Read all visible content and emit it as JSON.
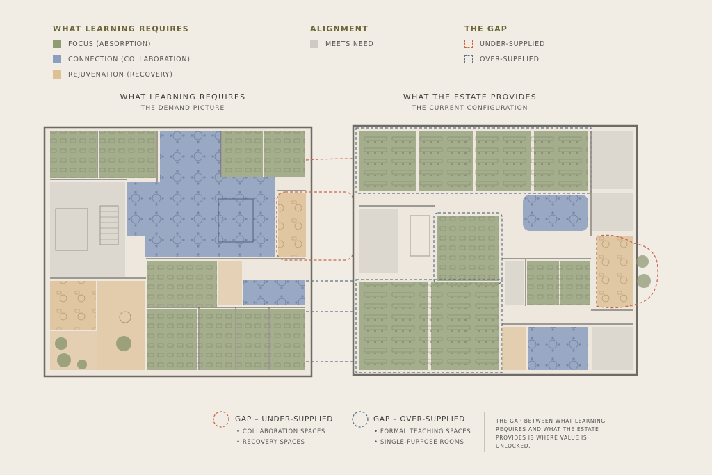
{
  "legend": {
    "learning": {
      "title": "WHAT LEARNING REQUIRES",
      "items": [
        {
          "label": "FOCUS (ABSORPTION)",
          "color": "#8f9c74"
        },
        {
          "label": "CONNECTION (COLLABORATION)",
          "color": "#8a9ec0"
        },
        {
          "label": "REJUVENATION (RECOVERY)",
          "color": "#ddc096"
        }
      ]
    },
    "alignment": {
      "title": "ALIGNMENT",
      "items": [
        {
          "label": "MEETS NEED",
          "color": "#cfcbc4"
        }
      ]
    },
    "gap": {
      "title": "THE GAP",
      "items": [
        {
          "label": "UNDER-SUPPLIED",
          "color": "#c8664a"
        },
        {
          "label": "OVER-SUPPLIED",
          "color": "#5f7186"
        }
      ]
    }
  },
  "plans": {
    "left": {
      "title": "WHAT LEARNING REQUIRES",
      "subtitle": "THE DEMAND PICTURE"
    },
    "right": {
      "title": "WHAT THE ESTATE PROVIDES",
      "subtitle": "THE CURRENT CONFIGURATION"
    }
  },
  "notes": {
    "under": {
      "title": "GAP – UNDER-SUPPLIED",
      "items": [
        "COLLABORATION SPACES",
        "RECOVERY SPACES"
      ]
    },
    "over": {
      "title": "GAP – OVER-SUPPLIED",
      "items": [
        "FORMAL TEACHING SPACES",
        "SINGLE-PURPOSE ROOMS"
      ]
    },
    "caption": "THE GAP BETWEEN WHAT LEARNING REQUIRES AND WHAT THE ESTATE PROVIDES IS WHERE VALUE IS UNLOCKED."
  }
}
